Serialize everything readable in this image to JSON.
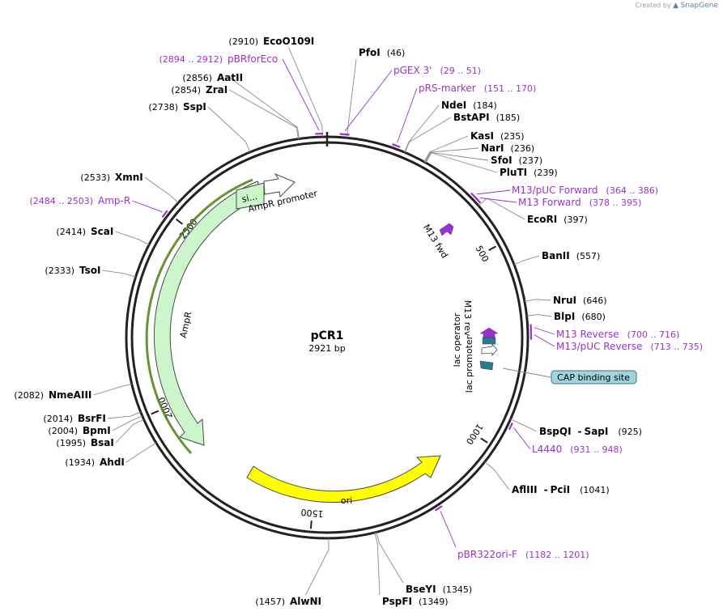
{
  "plasmid": {
    "name": "pCR1",
    "size": "2921 bp",
    "length": 2921
  },
  "credit": {
    "prefix": "Created by",
    "brand": "SnapGene"
  },
  "ticks": [
    {
      "pos": 500,
      "label": "500"
    },
    {
      "pos": 1000,
      "label": "1000"
    },
    {
      "pos": 1500,
      "label": "1500"
    },
    {
      "pos": 2000,
      "label": "2000"
    },
    {
      "pos": 2500,
      "label": "2500"
    }
  ],
  "enzymes": [
    {
      "id": "ecoo109i",
      "name": "EcoO109I",
      "pos": "(2910)",
      "site": 2910
    },
    {
      "id": "pfoi",
      "name": "PfoI",
      "pos": "(46)",
      "site": 46
    },
    {
      "id": "aatii",
      "name": "AatII",
      "pos": "(2856)",
      "site": 2856
    },
    {
      "id": "zrai",
      "name": "ZraI",
      "pos": "(2854)",
      "site": 2854
    },
    {
      "id": "sspi",
      "name": "SspI",
      "pos": "(2738)",
      "site": 2738
    },
    {
      "id": "ndei",
      "name": "NdeI",
      "pos": "(184)",
      "site": 184
    },
    {
      "id": "bstapi",
      "name": "BstAPI",
      "pos": "(185)",
      "site": 185
    },
    {
      "id": "kasi",
      "name": "KasI",
      "pos": "(235)",
      "site": 235
    },
    {
      "id": "nari",
      "name": "NarI",
      "pos": "(236)",
      "site": 236
    },
    {
      "id": "sfoi",
      "name": "SfoI",
      "pos": "(237)",
      "site": 237
    },
    {
      "id": "pluti",
      "name": "PluTI",
      "pos": "(239)",
      "site": 239
    },
    {
      "id": "ecori",
      "name": "EcoRI",
      "pos": "(397)",
      "site": 397
    },
    {
      "id": "xmni",
      "name": "XmnI",
      "pos": "(2533)",
      "site": 2533
    },
    {
      "id": "scai",
      "name": "ScaI",
      "pos": "(2414)",
      "site": 2414
    },
    {
      "id": "tsoi",
      "name": "TsoI",
      "pos": "(2333)",
      "site": 2333
    },
    {
      "id": "banii",
      "name": "BanII",
      "pos": "(557)",
      "site": 557
    },
    {
      "id": "nrui",
      "name": "NruI",
      "pos": "(646)",
      "site": 646
    },
    {
      "id": "blpi",
      "name": "BlpI",
      "pos": "(680)",
      "site": 680
    },
    {
      "id": "nmeaiii",
      "name": "NmeAIII",
      "pos": "(2082)",
      "site": 2082
    },
    {
      "id": "bsrfi",
      "name": "BsrFI",
      "pos": "(2014)",
      "site": 2014
    },
    {
      "id": "bpmi",
      "name": "BpmI",
      "pos": "(2004)",
      "site": 2004
    },
    {
      "id": "bsai",
      "name": "BsaI",
      "pos": "(1995)",
      "site": 1995
    },
    {
      "id": "ahdi",
      "name": "AhdI",
      "pos": "(1934)",
      "site": 1934
    },
    {
      "id": "bspqi",
      "name": "BspQI",
      "name2": "SapI",
      "pos": "(925)",
      "site": 925
    },
    {
      "id": "afliii",
      "name": "AflIII",
      "name2": "PciI",
      "pos": "(1041)",
      "site": 1041
    },
    {
      "id": "bseyi",
      "name": "BseYI",
      "pos": "(1345)",
      "site": 1345
    },
    {
      "id": "pspfi",
      "name": "PspFI",
      "pos": "(1349)",
      "site": 1349
    },
    {
      "id": "alwni",
      "name": "AlwNI",
      "pos": "(1457)",
      "site": 1457
    }
  ],
  "primers": [
    {
      "id": "pbrforeco",
      "name": "pBRforEco",
      "pos": "(2894 .. 2912)",
      "start": 2894,
      "end": 2912
    },
    {
      "id": "pgex3",
      "name": "pGEX 3'",
      "pos": "(29 .. 51)",
      "start": 29,
      "end": 51
    },
    {
      "id": "prs-marker",
      "name": "pRS-marker",
      "pos": "(151 .. 170)",
      "start": 151,
      "end": 170
    },
    {
      "id": "m13puc-fwd",
      "name": "M13/pUC Forward",
      "pos": "(364 .. 386)",
      "start": 364,
      "end": 386
    },
    {
      "id": "m13-fwd",
      "name": "M13 Forward",
      "pos": "(378 .. 395)",
      "start": 378,
      "end": 395
    },
    {
      "id": "amp-r",
      "name": "Amp-R",
      "pos": "(2484 .. 2503)",
      "start": 2484,
      "end": 2503
    },
    {
      "id": "m13-rev",
      "name": "M13 Reverse",
      "pos": "(700 .. 716)",
      "start": 700,
      "end": 716
    },
    {
      "id": "m13puc-rev",
      "name": "M13/pUC Reverse",
      "pos": "(713 .. 735)",
      "start": 713,
      "end": 735
    },
    {
      "id": "l4440",
      "name": "L4440",
      "pos": "(931 .. 948)",
      "start": 931,
      "end": 948
    },
    {
      "id": "pbr322ori-f",
      "name": "pBR322ori-F",
      "pos": "(1182 .. 1201)",
      "start": 1182,
      "end": 1201
    }
  ],
  "features": {
    "ampr": {
      "label": "AmpR",
      "color": "#ccf5cc",
      "start": 2014,
      "end": 2677
    },
    "ampr_promoter": {
      "label": "AmpR promoter",
      "color": "#ffffff"
    },
    "signal": {
      "label": "si...",
      "color": "#ccf5cc"
    },
    "ori": {
      "label": "ori",
      "color": "#ffff00"
    },
    "m13_fwd": {
      "label": "M13 fwd",
      "color": "#9d2fd0"
    },
    "m13_rev": {
      "label": "M13 rev",
      "color": "#9d2fd0"
    },
    "lac_operator": {
      "label": "lac operator",
      "color": "#2b7a8c"
    },
    "lac_promoter": {
      "label": "lac promoter",
      "color": "#ffffff"
    },
    "cap_site": {
      "label": "CAP binding site",
      "color": "#9fd3de"
    }
  }
}
